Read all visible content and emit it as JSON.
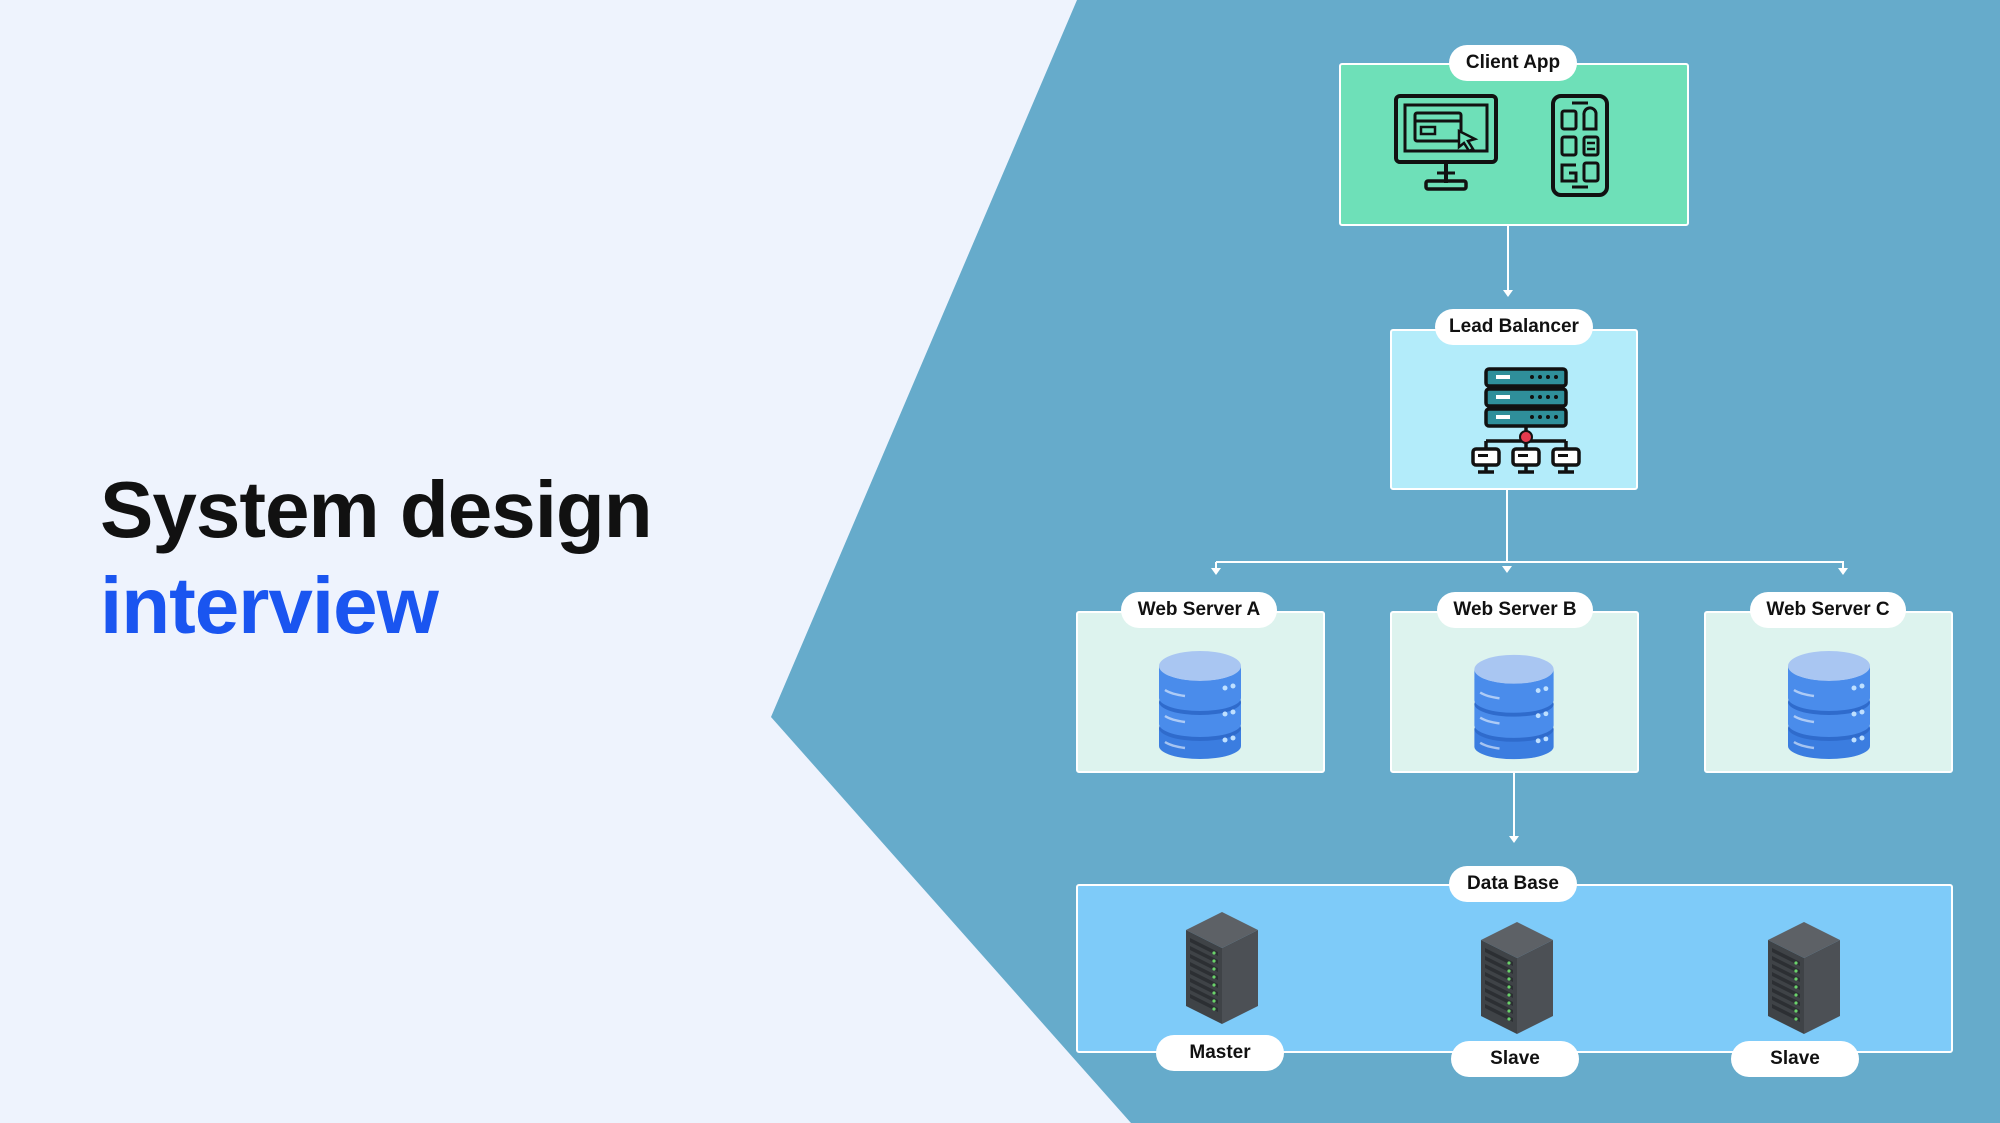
{
  "headline": {
    "line1": "System design",
    "line2": "interview"
  },
  "colors": {
    "page_background": "#eef3fd",
    "panel_background": "#66abcb",
    "headline_dark": "#111111",
    "headline_accent": "#1a55f0",
    "client_node": "#6ee0b8",
    "load_balancer_node": "#b3ecfa",
    "web_server_node": "#ddf3ee",
    "database_node": "#7ecbf9"
  },
  "diagram": {
    "client": {
      "label": "Client App",
      "icons": [
        "desktop-monitor-icon",
        "smartphone-icon"
      ]
    },
    "load_balancer": {
      "label": "Lead Balancer",
      "icon": "load-balancer-network-icon"
    },
    "web_servers": [
      {
        "label": "Web Server A",
        "icon": "database-stack-icon"
      },
      {
        "label": "Web Server B",
        "icon": "database-stack-icon"
      },
      {
        "label": "Web Server C",
        "icon": "database-stack-icon"
      }
    ],
    "database": {
      "label": "Data Base",
      "nodes": [
        {
          "label": "Master",
          "icon": "server-tower-icon"
        },
        {
          "label": "Slave",
          "icon": "server-tower-icon"
        },
        {
          "label": "Slave",
          "icon": "server-tower-icon"
        }
      ]
    },
    "connections": [
      [
        "Client App",
        "Lead Balancer"
      ],
      [
        "Lead Balancer",
        "Web Server A"
      ],
      [
        "Lead Balancer",
        "Web Server B"
      ],
      [
        "Lead Balancer",
        "Web Server C"
      ],
      [
        "Web Server B",
        "Data Base"
      ]
    ]
  }
}
